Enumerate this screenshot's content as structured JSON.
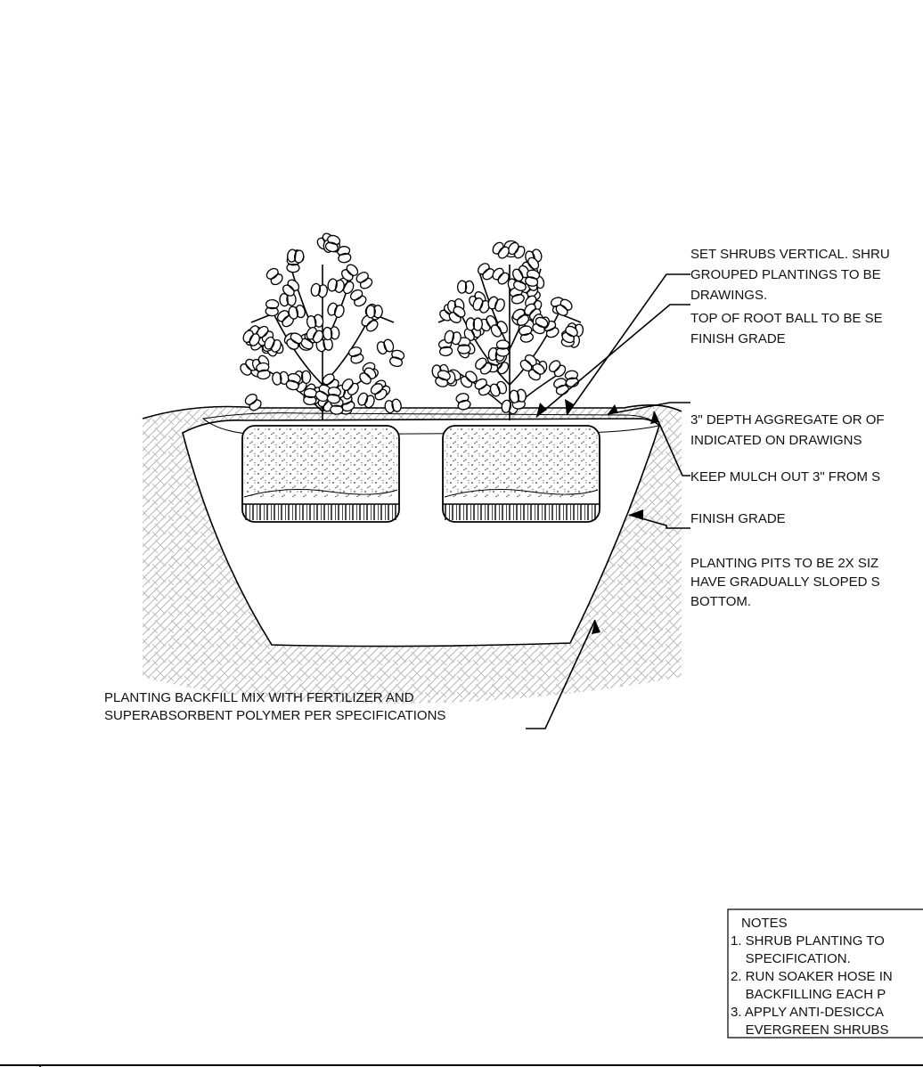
{
  "callouts": {
    "set_shrubs": [
      "SET SHRUBS VERTICAL. SHRU",
      "GROUPED PLANTINGS TO BE",
      "DRAWINGS."
    ],
    "top_root_ball": [
      "TOP OF ROOT BALL TO BE SE",
      "FINISH GRADE"
    ],
    "aggregate": [
      "3\" DEPTH AGGREGATE OR OF",
      "INDICATED ON DRAWIGNS"
    ],
    "keep_mulch": [
      "KEEP MULCH OUT 3\" FROM S"
    ],
    "finish_grade": [
      "FINISH GRADE"
    ],
    "planting_pits": [
      "PLANTING PITS TO BE 2X SIZ",
      "HAVE GRADUALLY SLOPED S",
      "BOTTOM."
    ],
    "backfill": [
      "PLANTING BACKFILL MIX WITH FERTILIZER AND",
      "SUPERABSORBENT POLYMER PER SPECIFICATIONS"
    ]
  },
  "notes": {
    "title": "NOTES",
    "lines": [
      "1. SHRUB PLANTING TO",
      "    SPECIFICATION.",
      "2. RUN SOAKER HOSE IN",
      "    BACKFILLING EACH P",
      "3. APPLY ANTI-DESICCA",
      "    EVERGREEN SHRUBS"
    ]
  },
  "colors": {
    "line": "#000000",
    "hatch": "#b5b5b5",
    "backfill_dots": "#a8a8a8",
    "text": "#111111"
  }
}
